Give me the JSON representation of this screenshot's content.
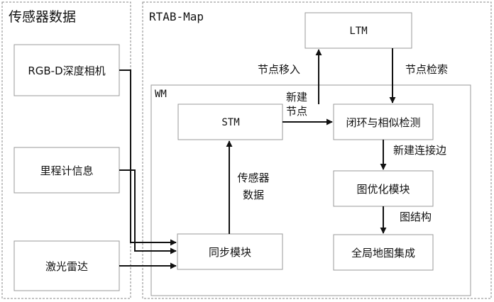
{
  "sensor_panel": {
    "title": "传感器数据",
    "items": [
      "RGB-D深度相机",
      "里程计信息",
      "激光雷达"
    ]
  },
  "rtab_panel": {
    "title": "RTAB-Map",
    "ltm": "LTM",
    "arrow_out": "节点移入",
    "arrow_in": "节点检索"
  },
  "wm_panel": {
    "title": "WM",
    "stm": "STM",
    "new_node": [
      "新建",
      "节点"
    ],
    "loop": "闭环与相似检测",
    "new_edge": "新建连接边",
    "graph_opt": "图优化模块",
    "graph_struct": "图结构",
    "global_map": "全局地图集成",
    "sync": "同步模块",
    "sensor_data": [
      "传感器",
      "数据"
    ]
  },
  "colors": {
    "line": "#111111",
    "dashed": "#888888",
    "box": "#999999"
  }
}
